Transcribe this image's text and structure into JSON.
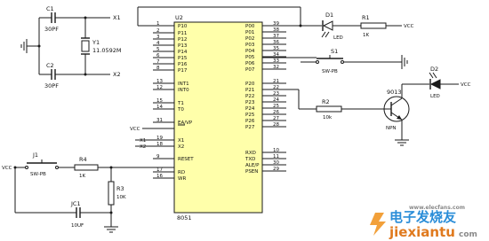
{
  "chip": {
    "ref": "U2",
    "part": "8051",
    "left_pins": [
      {
        "num": "1",
        "name": "P10"
      },
      {
        "num": "2",
        "name": "P11"
      },
      {
        "num": "3",
        "name": "P12"
      },
      {
        "num": "4",
        "name": "P13"
      },
      {
        "num": "5",
        "name": "P14"
      },
      {
        "num": "6",
        "name": "P15"
      },
      {
        "num": "7",
        "name": "P16"
      },
      {
        "num": "8",
        "name": "P17"
      },
      {
        "num": "13",
        "name": "INT1"
      },
      {
        "num": "12",
        "name": "INT0"
      },
      {
        "num": "15",
        "name": "T1"
      },
      {
        "num": "14",
        "name": "T0"
      },
      {
        "num": "31",
        "name": "EA/VP"
      },
      {
        "num": "19",
        "name": "X1"
      },
      {
        "num": "18",
        "name": "X2"
      },
      {
        "num": "9",
        "name": "RESET"
      },
      {
        "num": "17",
        "name": "RD"
      },
      {
        "num": "16",
        "name": "WR"
      }
    ],
    "right_pins": [
      {
        "num": "39",
        "name": "P00"
      },
      {
        "num": "38",
        "name": "P01"
      },
      {
        "num": "37",
        "name": "P02"
      },
      {
        "num": "36",
        "name": "P03"
      },
      {
        "num": "35",
        "name": "P04"
      },
      {
        "num": "34",
        "name": "P05"
      },
      {
        "num": "33",
        "name": "P06"
      },
      {
        "num": "32",
        "name": "P07"
      },
      {
        "num": "21",
        "name": "P20"
      },
      {
        "num": "22",
        "name": "P21"
      },
      {
        "num": "23",
        "name": "P22"
      },
      {
        "num": "24",
        "name": "P23"
      },
      {
        "num": "25",
        "name": "P24"
      },
      {
        "num": "26",
        "name": "P25"
      },
      {
        "num": "27",
        "name": "P26"
      },
      {
        "num": "28",
        "name": "P27"
      },
      {
        "num": "10",
        "name": "RXD"
      },
      {
        "num": "11",
        "name": "TXD"
      },
      {
        "num": "30",
        "name": "ALE/P"
      },
      {
        "num": "29",
        "name": "PSEN"
      }
    ]
  },
  "crystal": {
    "c1_ref": "C1",
    "c1_value": "30PF",
    "c2_ref": "C2",
    "c2_value": "30PF",
    "y_ref": "Y1",
    "y_value": "11.0592M",
    "net_x1": "X1",
    "net_x2": "X2"
  },
  "net_labels": {
    "chip_x1": "X1",
    "chip_x2": "X2",
    "vcc_ea": "VCC",
    "vcc_led1": "VCC",
    "vcc_led2": "VCC",
    "vcc_reset": "VCC"
  },
  "led_circuit": {
    "d1_ref": "D1",
    "d1_label": "LED",
    "r1_ref": "R1",
    "r1_value": "1K",
    "s1_ref": "S1",
    "s1_value": "SW-PB"
  },
  "transistor_circuit": {
    "d2_ref": "D2",
    "d2_label": "LED",
    "q_part": "9013",
    "q_type": "NPN",
    "r2_ref": "R2",
    "r2_value": "10k"
  },
  "reset_circuit": {
    "j1_ref": "J1",
    "j1_value": "SW-PB",
    "r4_ref": "R4",
    "r4_value": "1K",
    "r3_ref": "R3",
    "r3_value": "10K",
    "jc1_ref": "JC1",
    "jc1_value": "10UF"
  },
  "watermark": {
    "line1": "电子发烧友",
    "line2": "www.elecfans.com",
    "line3": "jiexiantu",
    "line4": "com"
  }
}
